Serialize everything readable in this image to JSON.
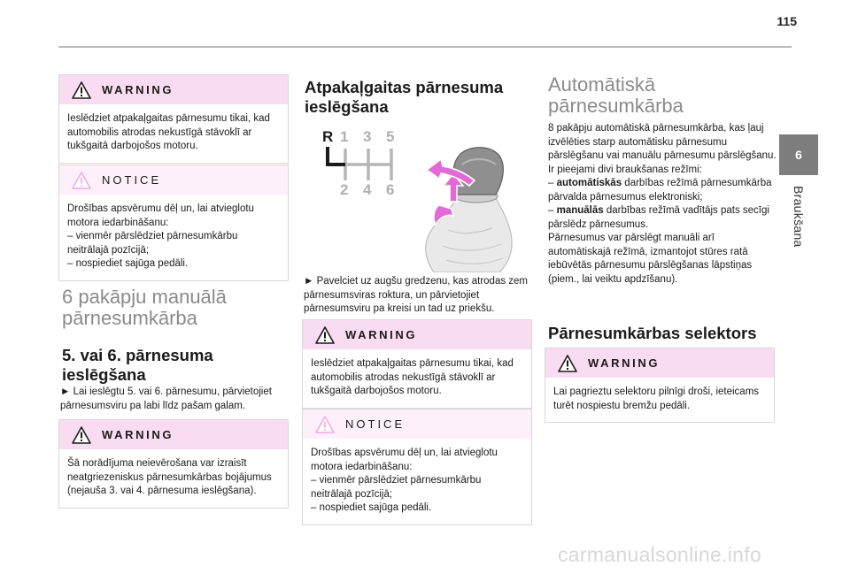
{
  "page": {
    "number": "115"
  },
  "side_tab": {
    "number": "6",
    "label": "Braukšana"
  },
  "col1": {
    "warning1": {
      "title": "WARNING",
      "text": "Ieslēdziet atpakaļgaitas pārnesumu tikai, kad automobilis atrodas nekustīgā stāvoklī ar tukšgaitā darbojošos motoru."
    },
    "notice1": {
      "title": "NOTICE",
      "lines": [
        "Drošības apsvērumu dēļ un, lai atvieglotu motora iedarbināšanu:",
        "–  vienmēr pārslēdziet pārnesumkārbu neitrālajā pozīcijā;",
        "–  nospiediet sajūga pedāli."
      ]
    },
    "section_heading": {
      "line1": "6 pakāpju manuālā",
      "line2": "pārnesumkārba"
    },
    "subheading": {
      "line1": "5. vai 6. pārnesuma",
      "line2": "ieslēgšana"
    },
    "instruction": "►  Lai ieslēgtu 5. vai 6. pārnesumu, pārvietojiet pārnesumsviru pa labi līdz pašam galam.",
    "warning2": {
      "title": "WARNING",
      "text": "Šā norādījuma neievērošana var izraisīt neatgriezeniskus pārnesumkārbas bojājumus (nejauša 3. vai 4. pārnesuma ieslēgšana)."
    }
  },
  "col2": {
    "heading": {
      "line1": "Atpakaļgaitas pārnesuma",
      "line2": "ieslēgšana"
    },
    "gear_pattern": {
      "r": "R",
      "top": [
        "1",
        "3",
        "5"
      ],
      "bottom": [
        "2",
        "4",
        "6"
      ]
    },
    "instruction": "►  Pavelciet uz augšu gredzenu, kas atrodas zem pārnesumsviras roktura, un pārvietojiet pārnesumsviru pa kreisi un tad uz priekšu.",
    "warning": {
      "title": "WARNING",
      "text": "Ieslēdziet atpakaļgaitas pārnesumu tikai, kad automobilis atrodas nekustīgā stāvoklī ar tukšgaitā darbojošos motoru."
    },
    "notice": {
      "title": "NOTICE",
      "lines": [
        "Drošības apsvērumu dēļ un, lai atvieglotu motora iedarbināšanu:",
        "–  vienmēr pārslēdziet pārnesumkārbu neitrālajā pozīcijā;",
        "–  nospiediet sajūga pedāli."
      ]
    }
  },
  "col3": {
    "heading": {
      "line1": "Automātiskā",
      "line2": "pārnesumkārba"
    },
    "intro": "8 pakāpju automātiskā pārnesumkārba, kas ļauj izvēlēties starp automātisku pārnesumu pārslēgšanu vai manuālu pārnesumu pārslēgšanu.",
    "modes_intro": "Ir pieejami divi braukšanas režīmi:",
    "mode_auto": {
      "term": "automātiskās",
      "text": " darbības režīmā pārnesumkārba pārvalda pārnesumus elektroniski;"
    },
    "mode_manual": {
      "term": "manuālās",
      "text": " darbības režīmā vadītājs pats secīgi pārslēdz pārnesumus."
    },
    "paddles": "Pārnesumus var pārslēgt manuāli arī automātiskajā režīmā, izmantojot stūres ratā iebūvētās pārnesumu pārslēgšanas lāpstiņas (piem., lai veiktu apdzīšanu).",
    "subheading": "Pārnesumkārbas selektors",
    "warning": {
      "title": "WARNING",
      "text": "Lai pagrieztu selektoru pilnīgi droši, ieteicams turēt nospiestu bremžu pedāli."
    }
  },
  "watermark": "carmanualsonline.info",
  "colors": {
    "warning_bg": "#fadcf2",
    "notice_bg": "#fdf0fa",
    "arrow": "#e36ad6",
    "heading_grey": "#8a8a8a",
    "tab_grey": "#7d7d7d"
  }
}
